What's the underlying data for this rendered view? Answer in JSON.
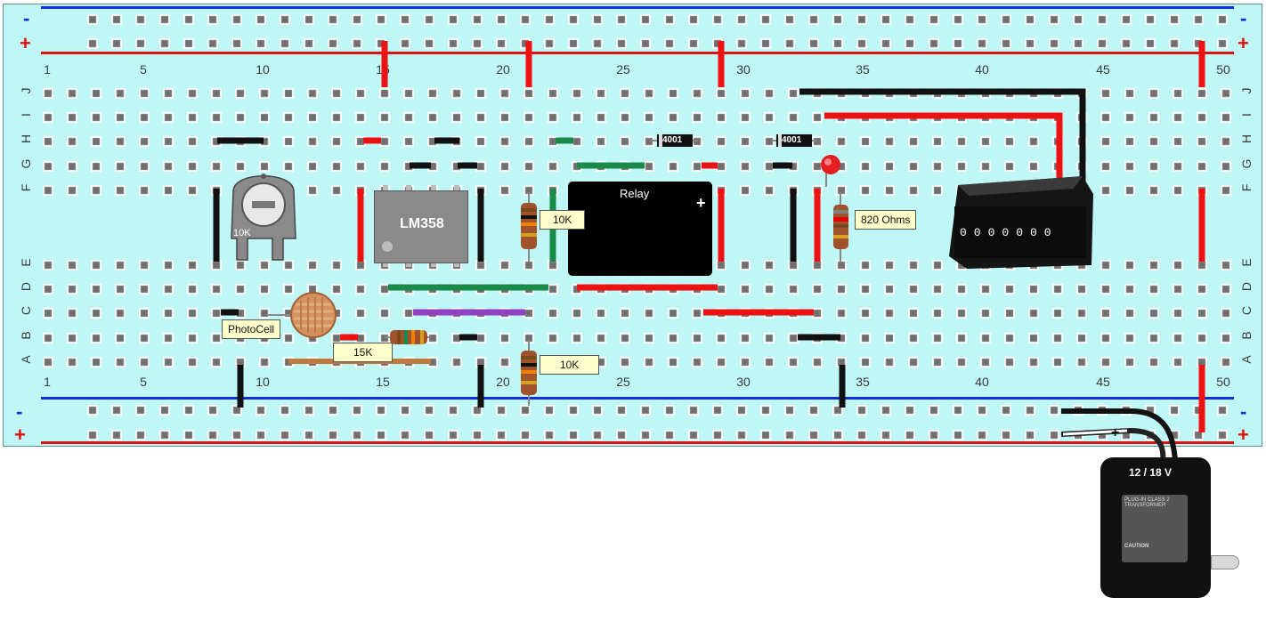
{
  "board": {
    "column_numbers": [
      "1",
      "5",
      "10",
      "15",
      "20",
      "25",
      "30",
      "35",
      "40",
      "45",
      "50"
    ],
    "row_letters_top": [
      "J",
      "I",
      "H",
      "G",
      "F"
    ],
    "row_letters_bottom": [
      "E",
      "D",
      "C",
      "B",
      "A"
    ],
    "rail_minus": "-",
    "rail_plus": "+"
  },
  "components": {
    "potentiometer_label": "10K",
    "ic_label": "LM358",
    "relay_label": "Relay",
    "relay_plus": "+",
    "diode1_label": "4001",
    "diode2_label": "4001",
    "resistor_tag_1": "10K",
    "resistor_tag_2": "820 Ohms",
    "photocell_tag": "PhotoCell",
    "resistor_tag_3": "15K",
    "resistor_tag_4": "10K",
    "counter_digits": "0000000",
    "adapter_label": "12 / 18 V",
    "adapter_sticker": "PLUG-IN CLASS 2 TRANSFORMER",
    "adapter_caution": "CAUTION",
    "adapter_plus": "+"
  },
  "colors": {
    "board": "#bff6f6",
    "rail_red": "#e01010",
    "rail_blue": "#1030e0",
    "wire_black": "#111111",
    "wire_red": "#ee1111",
    "wire_green": "#1a8a4a",
    "wire_purple": "#9040c0",
    "wire_brown": "#c07a40"
  }
}
